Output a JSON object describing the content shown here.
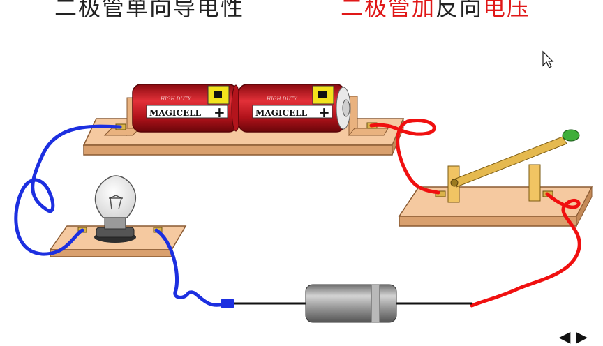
{
  "slide": {
    "title_left": "二极管单向导电性",
    "title_right_parts": [
      {
        "text": "二极管加",
        "color": "#e01818"
      },
      {
        "text": "反向",
        "color": "#222222"
      },
      {
        "text": "电压",
        "color": "#e01818"
      }
    ]
  },
  "battery": {
    "brand": "MAGICELL",
    "tagline": "HIGH DUTY",
    "polarity": "+"
  },
  "nav": {
    "label": "◀ ▶"
  },
  "colors": {
    "wire_negative": "#1c2fe0",
    "wire_positive": "#f01010",
    "board": "#f5c9a0",
    "battery": "#c8161c"
  }
}
